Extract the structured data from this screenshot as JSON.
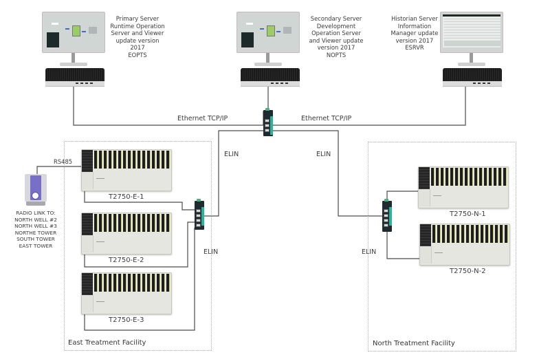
{
  "servers": [
    {
      "id": "primary",
      "label": "Primary Server\nRuntime Operation\nServer and Viewer\nupdate version\n2017\nEOPTS",
      "screen": "hmi"
    },
    {
      "id": "secondary",
      "label": "Secondary Server\nDevelopment\nOperation Server\nand Viewer update\nversion 2017\nNOPTS",
      "screen": "hmi"
    },
    {
      "id": "historian",
      "label": "Historian Server\nInformation\nManager update\nversion 2017\nESRVR",
      "screen": "table"
    }
  ],
  "links": {
    "ethernet_left": "Ethernet TCP/IP",
    "ethernet_right": "Ethernet TCP/IP",
    "elin_top_left": "ELIN",
    "elin_top_right": "ELIN",
    "elin_east": "ELIN",
    "elin_north": "ELIN",
    "rs485": "RS485"
  },
  "radio": {
    "label": "RADIO LINK TO:\nNORTH WELL #2\nNORTH WELL #3\nNORTHE TOWER\nSOUTH TOWER\nEAST TOWER"
  },
  "facilities": {
    "east": {
      "title": "East Treatment Facility",
      "racks": [
        "T2750-E-1",
        "T2750-E-2",
        "T2750-E-3"
      ]
    },
    "north": {
      "title": "North Treatment Facility",
      "racks": [
        "T2750-N-1",
        "T2750-N-2"
      ]
    }
  },
  "colors": {
    "wire": "#4a4a4a",
    "zone_border": "#a8a8a8",
    "switch_accent": "#2bb39a",
    "radio_accent": "#7a6fc7",
    "rack_slot_accent": "#c9d36a"
  }
}
